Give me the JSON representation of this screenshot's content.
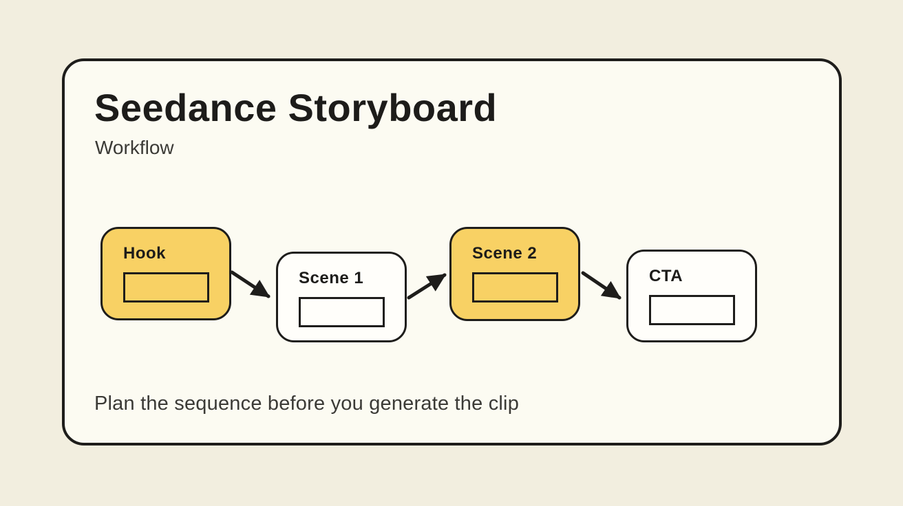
{
  "colors": {
    "page_bg": "#f2eedf",
    "card_bg": "#fcfbf2",
    "outline": "#1e1d1b",
    "node_highlight_fill": "#f8d164",
    "node_default_fill": "#fffefa",
    "heading_text": "#1d1c1a",
    "body_text": "#3b3a36"
  },
  "card": {
    "title": "Seedance Storyboard",
    "subtitle": "Workflow",
    "caption": "Plan the sequence before you generate the clip"
  },
  "diagram": {
    "nodes": [
      {
        "label": "Hook",
        "highlighted": true
      },
      {
        "label": "Scene 1",
        "highlighted": false
      },
      {
        "label": "Scene 2",
        "highlighted": true
      },
      {
        "label": "CTA",
        "highlighted": false
      }
    ],
    "edges": [
      {
        "from": "Hook",
        "to": "Scene 1"
      },
      {
        "from": "Scene 1",
        "to": "Scene 2"
      },
      {
        "from": "Scene 2",
        "to": "CTA"
      }
    ]
  }
}
